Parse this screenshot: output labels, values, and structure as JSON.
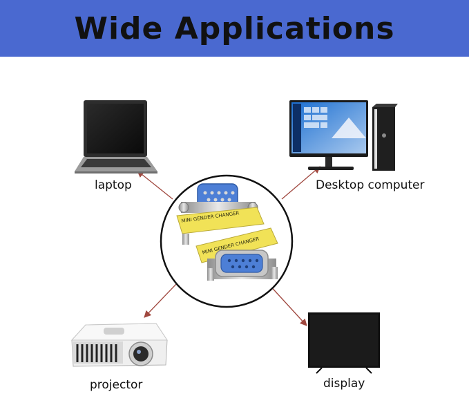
{
  "header": {
    "title": "Wide Applications"
  },
  "devices": {
    "laptop": {
      "label": "laptop",
      "icon": "laptop-icon"
    },
    "desktop": {
      "label": "Desktop computer",
      "icon": "desktop-computer-icon"
    },
    "projector": {
      "label": "projector",
      "icon": "projector-icon"
    },
    "display": {
      "label": "display",
      "icon": "display-icon"
    }
  },
  "adapter": {
    "label_top": "MINI GENDER CHANGER",
    "label_bottom": "MINI GENDER CHANGER"
  },
  "colors": {
    "header_bg": "#4a69d0",
    "arrow": "#a0483f",
    "connector_yellow": "#f1e257",
    "connector_blue": "#4d7fd6"
  }
}
